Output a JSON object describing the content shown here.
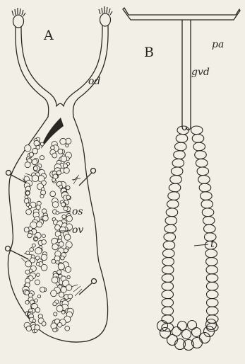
{
  "figure": {
    "panel_a": {
      "letter": "A",
      "labels": {
        "od": "od",
        "os": "os",
        "ov": "ov"
      }
    },
    "panel_b": {
      "letter": "B",
      "labels": {
        "pa": "pa",
        "gvd": "gvd",
        "t": "t"
      }
    },
    "ink_color": "#2a2722",
    "paper_color": "#f1efe6"
  }
}
